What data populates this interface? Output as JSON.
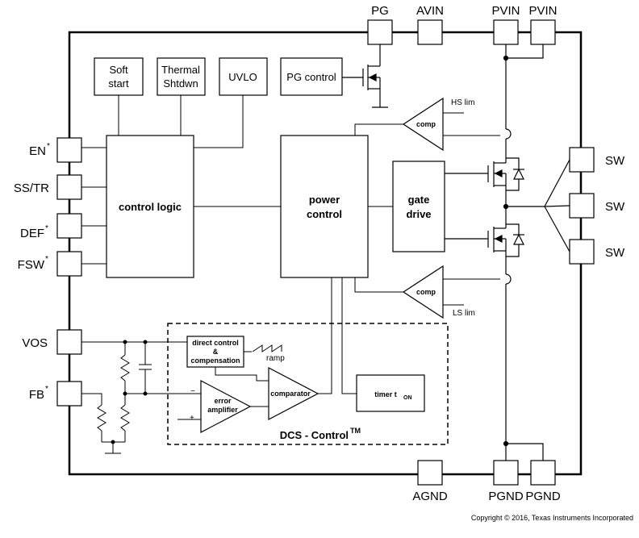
{
  "pins": {
    "top": [
      "PG",
      "AVIN",
      "PVIN",
      "PVIN"
    ],
    "left": {
      "en": "EN",
      "en_mark": "*",
      "sstr": "SS/TR",
      "def": "DEF",
      "def_mark": "*",
      "fsw": "FSW",
      "fsw_mark": "*",
      "vos": "VOS",
      "fb": "FB",
      "fb_mark": "*"
    },
    "right": [
      "SW",
      "SW",
      "SW"
    ],
    "bottom": [
      "AGND",
      "PGND",
      "PGND"
    ]
  },
  "blocks": {
    "soft_start": [
      "Soft",
      "start"
    ],
    "thermal": [
      "Thermal",
      "Shtdwn"
    ],
    "uvlo": "UVLO",
    "pg_control": "PG control",
    "control_logic": "control logic",
    "power_control": [
      "power",
      "control"
    ],
    "gate_drive": [
      "gate",
      "drive"
    ],
    "comp_hs": "comp",
    "hs_lim": "HS lim",
    "comp_ls": "comp",
    "ls_lim": "LS lim",
    "direct_control": [
      "direct control",
      "&",
      "compensation"
    ],
    "ramp": "ramp",
    "comparator": "comparator",
    "error_amp": [
      "error",
      "amplifier"
    ],
    "minus": "−",
    "plus": "+",
    "timer": "timer t",
    "timer_sub": "ON",
    "dcs": "DCS - Control",
    "dcs_tm": "TM"
  },
  "copyright": "Copyright © 2016, Texas Instruments Incorporated"
}
